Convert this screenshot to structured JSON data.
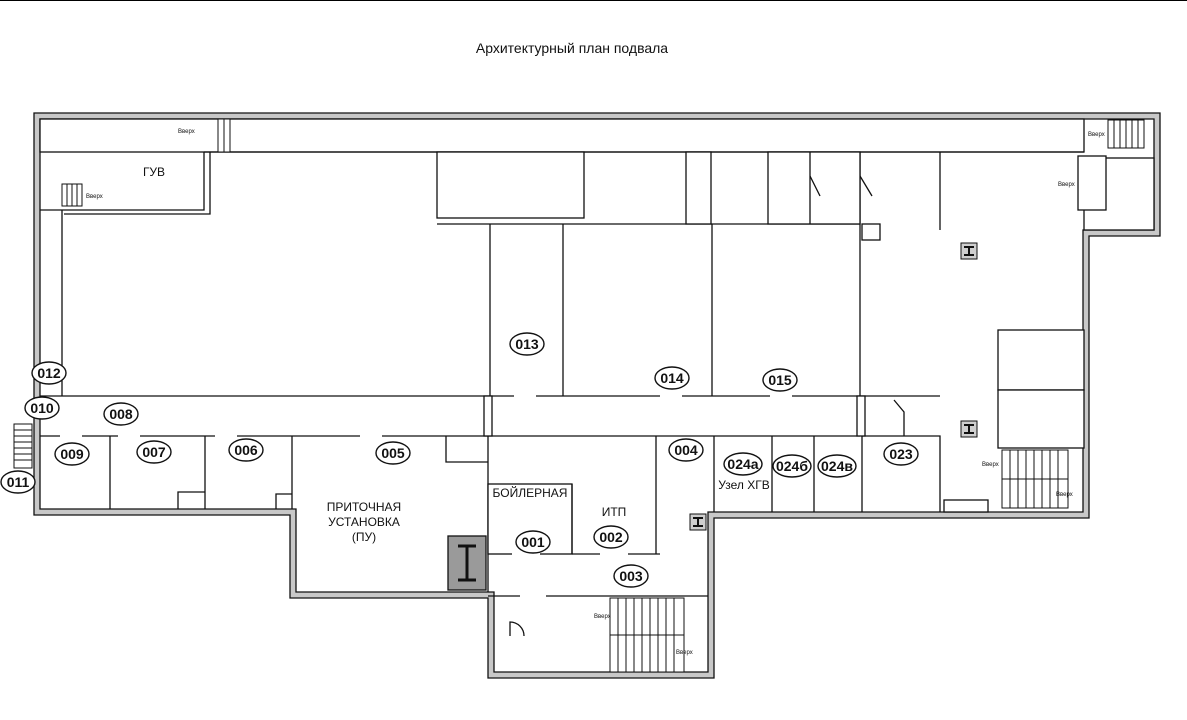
{
  "title": "Архитектурный план подвала",
  "rooms": {
    "r001": "001",
    "r002": "002",
    "r003": "003",
    "r004": "004",
    "r005": "005",
    "r006": "006",
    "r007": "007",
    "r008": "008",
    "r009": "009",
    "r010": "010",
    "r011": "011",
    "r012": "012",
    "r013": "013",
    "r014": "014",
    "r015": "015",
    "r023": "023",
    "r024a": "024а",
    "r024b": "024б",
    "r024v": "024в"
  },
  "labels": {
    "guv": "ГУВ",
    "boiler": "БОЙЛЕРНАЯ",
    "itp": "ИТП",
    "pu_line1": "ПРИТОЧНАЯ",
    "pu_line2": "УСТАНОВКА",
    "pu_line3": "(ПУ)",
    "uzel": "Узел ХГВ",
    "up": "Вверх"
  },
  "colors": {
    "wall_fill": "#c8c8c8",
    "line": "#111111",
    "background": "#ffffff"
  }
}
